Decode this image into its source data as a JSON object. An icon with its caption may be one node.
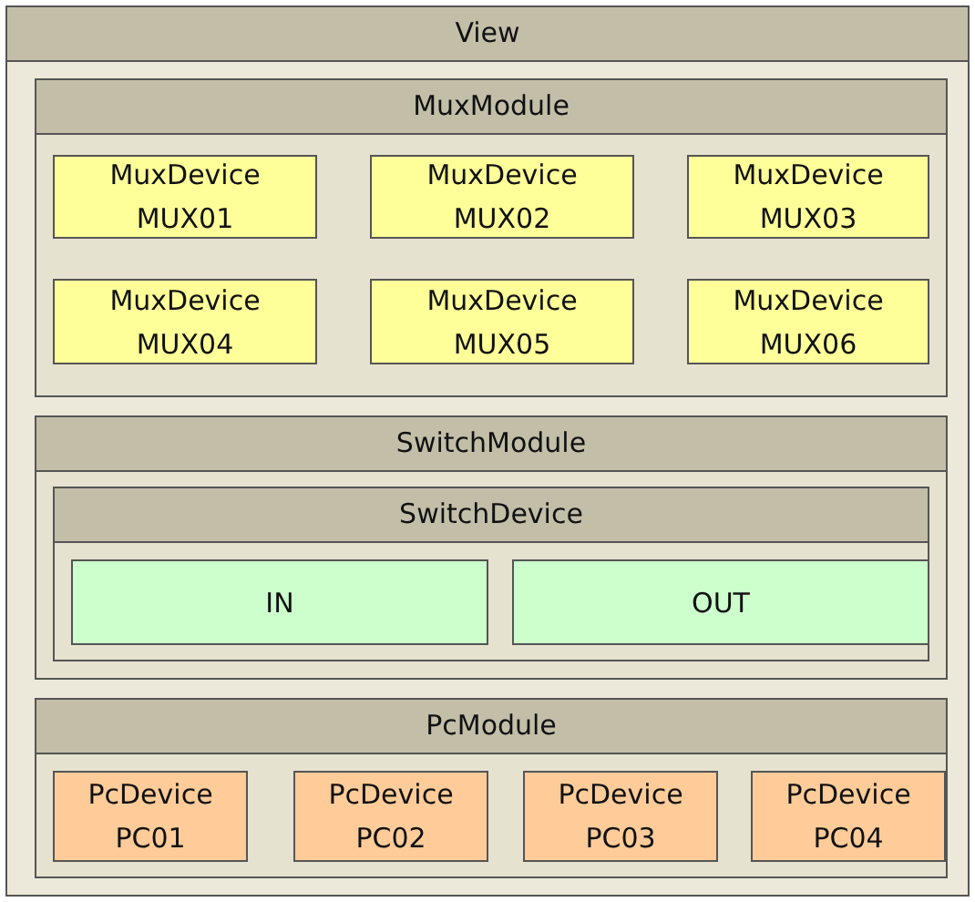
{
  "diagram": {
    "nodes": [
      {
        "text": [
          "View"
        ]
      },
      {
        "text": [
          "MuxModule"
        ],
        "in": 0
      },
      {
        "text": [
          "MuxDevice",
          "MUX01"
        ],
        "in": 1
      },
      {
        "text": [
          "MuxDevice",
          "MUX02"
        ],
        "in": 1
      },
      {
        "text": [
          "MuxDevice",
          "MUX03"
        ],
        "in": 1
      },
      {
        "text": [
          "MuxDevice",
          "MUX04"
        ],
        "in": 1
      },
      {
        "text": [
          "MuxDevice",
          "MUX05"
        ],
        "in": 1
      },
      {
        "text": [
          "MuxDevice",
          "MUX06"
        ],
        "in": 1
      },
      {
        "text": [
          "SwitchModule"
        ],
        "in": 0
      },
      {
        "text": [
          "SwitchDevice"
        ],
        "in": 8
      },
      {
        "text": [
          "IN"
        ],
        "in": 9
      },
      {
        "text": [
          "OUT"
        ],
        "in": 9
      },
      {
        "text": [
          "PcModule"
        ],
        "in": 0
      },
      {
        "text": [
          "PcDevice",
          "PC01"
        ],
        "in": 12
      },
      {
        "text": [
          "PcDevice",
          "PC02"
        ],
        "in": 12
      },
      {
        "text": [
          "PcDevice",
          "PC03"
        ],
        "in": 12
      },
      {
        "text": [
          "PcDevice",
          "PC04"
        ],
        "in": 12
      }
    ]
  }
}
